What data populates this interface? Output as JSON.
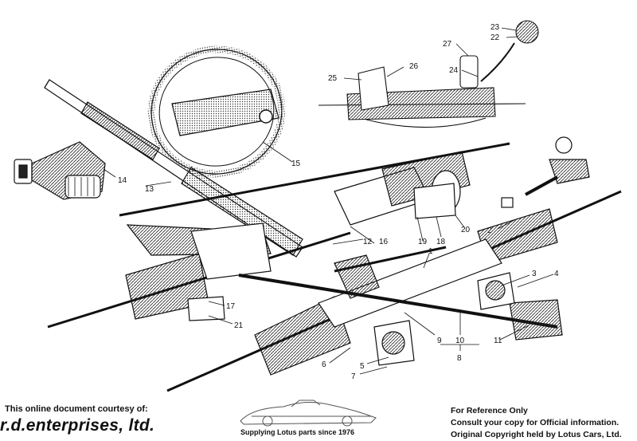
{
  "callouts": {
    "c1": "1",
    "c2": "2",
    "c3": "3",
    "c4": "4",
    "c5": "5",
    "c6": "6",
    "c7": "7",
    "c8": "8",
    "c9": "9",
    "c10": "10",
    "c11": "11",
    "c12": "12",
    "c13": "13",
    "c14": "14",
    "c15": "15",
    "c16": "16",
    "c17": "17",
    "c18": "18",
    "c19": "19",
    "c20": "20",
    "c21": "21",
    "c22": "22",
    "c23": "23",
    "c24": "24",
    "c25": "25",
    "c26": "26",
    "c27": "27"
  },
  "footer": {
    "courtesy": "This online document courtesy of:",
    "brand": "r.d.enterprises, ltd.",
    "tagline": "Supplying Lotus parts since 1976",
    "reference": "For Reference Only",
    "consult": "Consult your copy for Official information.",
    "copyright": "Original Copyright held by Lotus Cars, Ltd."
  }
}
